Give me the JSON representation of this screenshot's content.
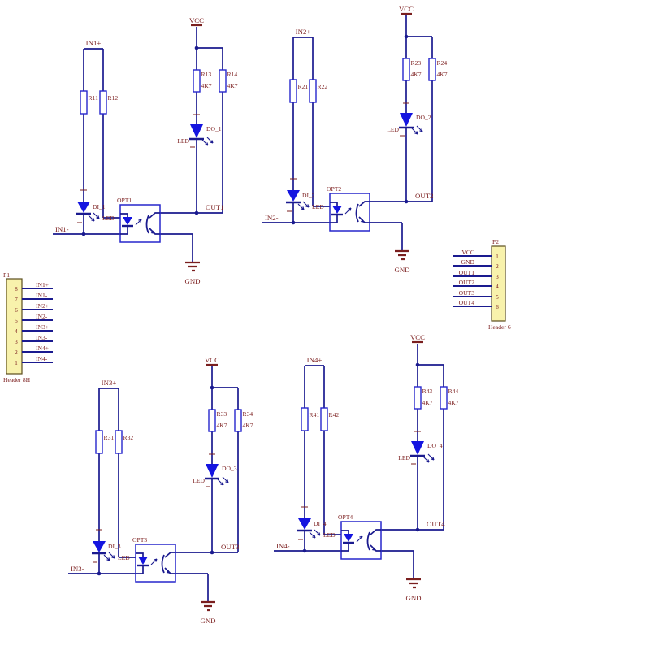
{
  "colors": {
    "background": "#ffffff",
    "wire": "#1a1a8f",
    "label": "#7d2121",
    "comp": "#2626cc",
    "led": "#1515e0",
    "power": "#7a1f1f",
    "connfill": "#f8f2ac"
  },
  "channels": [
    {
      "input_pos": "IN1+",
      "input_neg": "IN1-",
      "vcc": "VCC",
      "gnd": "GND",
      "out": "OUT1",
      "opto": "OPT1",
      "r_in1": "R11",
      "r_in2": "R12",
      "r_pu1": {
        "name": "R13",
        "value": "4K7"
      },
      "r_pu2": {
        "name": "R14",
        "value": "4K7"
      },
      "do": {
        "name": "DO_1",
        "part": "LED"
      },
      "di": {
        "name": "DI_1",
        "part": "LED"
      }
    },
    {
      "input_pos": "IN2+",
      "input_neg": "IN2-",
      "vcc": "VCC",
      "gnd": "GND",
      "out": "OUT2",
      "opto": "OPT2",
      "r_in1": "R21",
      "r_in2": "R22",
      "r_pu1": {
        "name": "R23",
        "value": "4K7"
      },
      "r_pu2": {
        "name": "R24",
        "value": "4K7"
      },
      "do": {
        "name": "DO_2",
        "part": "LED"
      },
      "di": {
        "name": "DI_2",
        "part": "LED"
      }
    },
    {
      "input_pos": "IN3+",
      "input_neg": "IN3-",
      "vcc": "VCC",
      "gnd": "GND",
      "out": "OUT3",
      "opto": "OPT3",
      "r_in1": "R31",
      "r_in2": "R32",
      "r_pu1": {
        "name": "R33",
        "value": "4K7"
      },
      "r_pu2": {
        "name": "R34",
        "value": "4K7"
      },
      "do": {
        "name": "DO_3",
        "part": "LED"
      },
      "di": {
        "name": "DI_3",
        "part": "LED"
      }
    },
    {
      "input_pos": "IN4+",
      "input_neg": "IN4-",
      "vcc": "VCC",
      "gnd": "GND",
      "out": "OUT4",
      "opto": "OPT4",
      "r_in1": "R41",
      "r_in2": "R42",
      "r_pu1": {
        "name": "R43",
        "value": "4K7"
      },
      "r_pu2": {
        "name": "R44",
        "value": "4K7"
      },
      "do": {
        "name": "DO_4",
        "part": "LED"
      },
      "di": {
        "name": "DI_4",
        "part": "LED"
      }
    }
  ],
  "connector_p1": {
    "designator": "P1",
    "footprint": "Header 8H",
    "pins": [
      {
        "num": "8",
        "net": "IN1+"
      },
      {
        "num": "7",
        "net": "IN1-"
      },
      {
        "num": "6",
        "net": "IN2+"
      },
      {
        "num": "5",
        "net": "IN2-"
      },
      {
        "num": "4",
        "net": "IN3+"
      },
      {
        "num": "3",
        "net": "IN3-"
      },
      {
        "num": "2",
        "net": "IN4+"
      },
      {
        "num": "1",
        "net": "IN4-"
      }
    ]
  },
  "connector_p2": {
    "designator": "P2",
    "footprint": "Header 6",
    "pins": [
      {
        "num": "1",
        "net": "VCC"
      },
      {
        "num": "2",
        "net": "GND"
      },
      {
        "num": "3",
        "net": "OUT1"
      },
      {
        "num": "4",
        "net": "OUT2"
      },
      {
        "num": "5",
        "net": "OUT3"
      },
      {
        "num": "6",
        "net": "OUT4"
      }
    ]
  }
}
